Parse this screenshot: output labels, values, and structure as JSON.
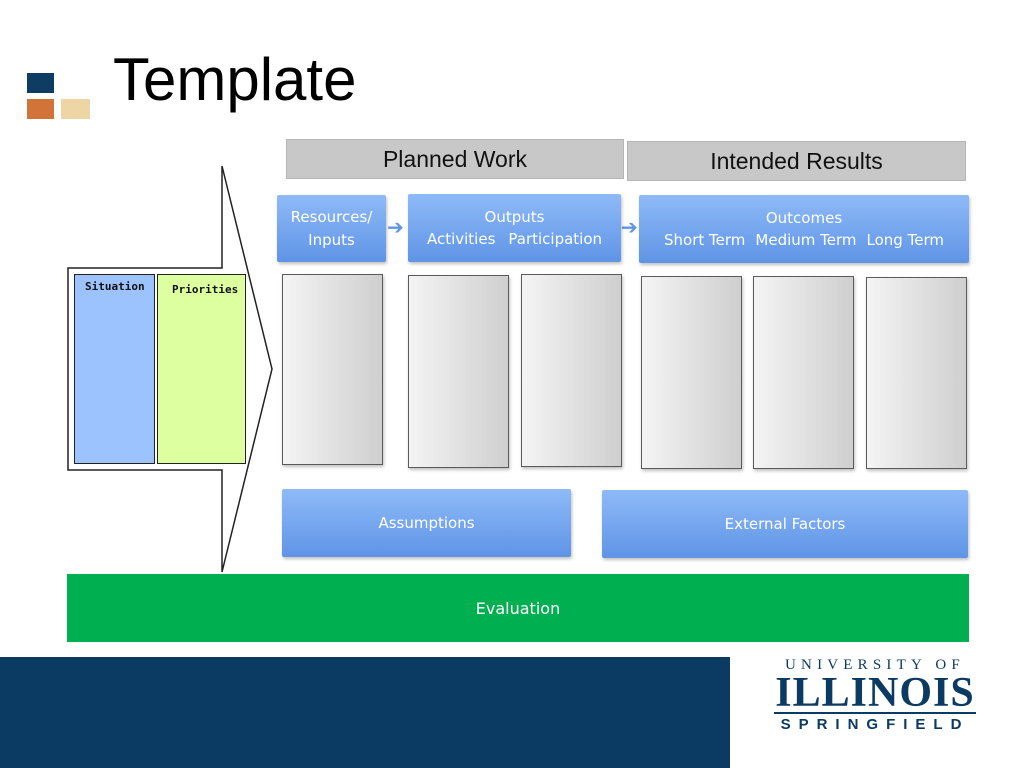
{
  "slide": {
    "title": "Template",
    "colors": {
      "navy": "#0d3d63",
      "orange": "#d2733a",
      "cream": "#eed5a6",
      "blue": "#6a9ff0",
      "green": "#00b050"
    }
  },
  "diagram": {
    "headers": {
      "planned_work": "Planned Work",
      "intended_results": "Intended Results"
    },
    "resources": {
      "line1": "Resources/",
      "line2": "Inputs"
    },
    "outputs": {
      "title": "Outputs",
      "sub1": "Activities",
      "sub2": "Participation"
    },
    "outcomes": {
      "title": "Outcomes",
      "sub1": "Short Term",
      "sub2": "Medium Term",
      "sub3": "Long Term"
    },
    "situation": "Situation",
    "priorities": "Priorities",
    "assumptions": "Assumptions",
    "external_factors": "External Factors",
    "evaluation": "Evaluation"
  },
  "logo": {
    "line1": "UNIVERSITY OF",
    "line2": "ILLINOIS",
    "line3": "SPRINGFIELD"
  }
}
